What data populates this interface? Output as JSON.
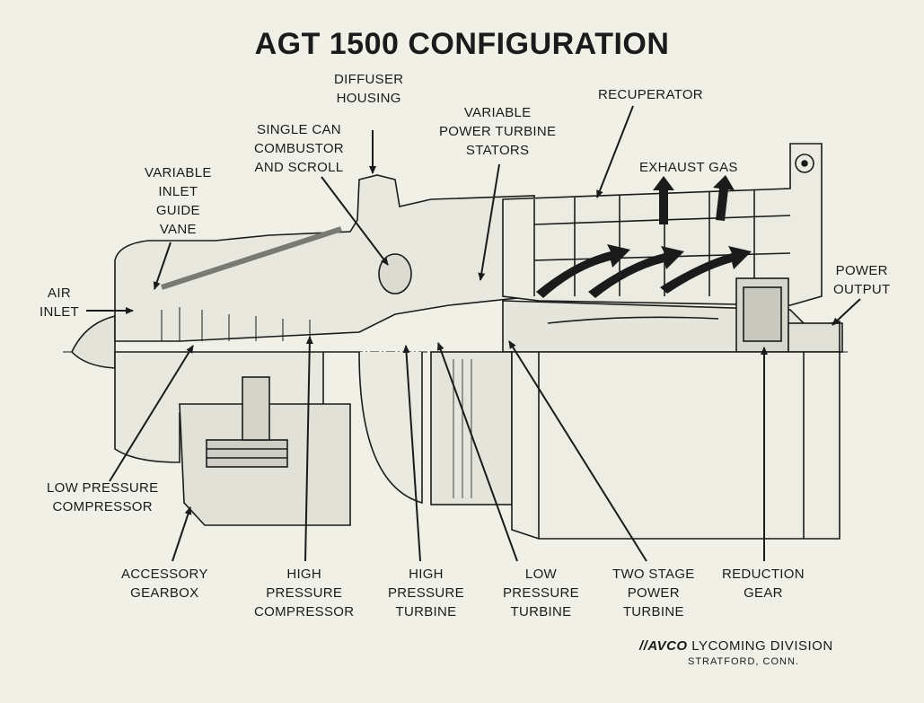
{
  "title": "AGT 1500 CONFIGURATION",
  "labels": {
    "diffuser_housing": [
      "DIFFUSER",
      "HOUSING"
    ],
    "recuperator": [
      "RECUPERATOR"
    ],
    "variable_pt_stators": [
      "VARIABLE",
      "POWER TURBINE",
      "STATORS"
    ],
    "single_can_combustor": [
      "SINGLE CAN",
      "COMBUSTOR",
      "AND SCROLL"
    ],
    "exhaust_gas": [
      "EXHAUST GAS"
    ],
    "variable_inlet_guide_vane": [
      "VARIABLE",
      "INLET",
      "GUIDE",
      "VANE"
    ],
    "air_inlet": [
      "AIR",
      "INLET"
    ],
    "power_output": [
      "POWER",
      "OUTPUT"
    ],
    "low_pressure_compressor": [
      "LOW PRESSURE",
      "COMPRESSOR"
    ],
    "accessory_gearbox": [
      "ACCESSORY",
      "GEARBOX"
    ],
    "high_pressure_compressor": [
      "HIGH",
      "PRESSURE",
      "COMPRESSOR"
    ],
    "high_pressure_turbine": [
      "HIGH",
      "PRESSURE",
      "TURBINE"
    ],
    "low_pressure_turbine": [
      "LOW",
      "PRESSURE",
      "TURBINE"
    ],
    "two_stage_power_turbine": [
      "TWO STAGE",
      "POWER",
      "TURBINE"
    ],
    "reduction_gear": [
      "REDUCTION",
      "GEAR"
    ]
  },
  "footer": {
    "brand": "AVCO",
    "division": " LYCOMING DIVISION",
    "location": "STRATFORD, CONN."
  },
  "colors": {
    "background": "#f1f0e6",
    "ink": "#1b1b1b"
  }
}
